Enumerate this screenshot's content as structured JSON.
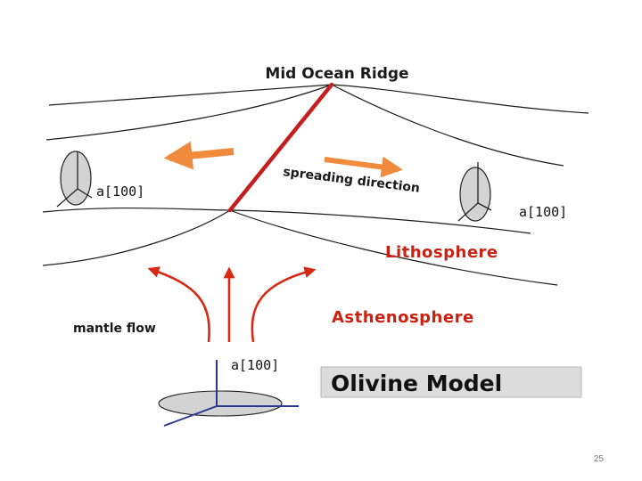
{
  "diagram": {
    "title": "Mid Ocean Ridge",
    "spreading_label": "spreading direction",
    "left_axis_label": "a[100]",
    "right_axis_label": "a[100]",
    "bottom_axis_label": "a[100]",
    "lithosphere_label": "Lithosphere",
    "asthenosphere_label": "Asthenosphere",
    "mantle_flow_label": "mantle flow",
    "model_label": "Olivine Model",
    "colors": {
      "ridge": "#c41e1e",
      "plate_arrow": "#f08a3c",
      "flow_arrow": "#d62a14",
      "red_text": "#cc2010",
      "axis_blue": "#2c3590",
      "model_box": "#dcdcdc"
    }
  },
  "footer": {
    "page_number": "25"
  }
}
